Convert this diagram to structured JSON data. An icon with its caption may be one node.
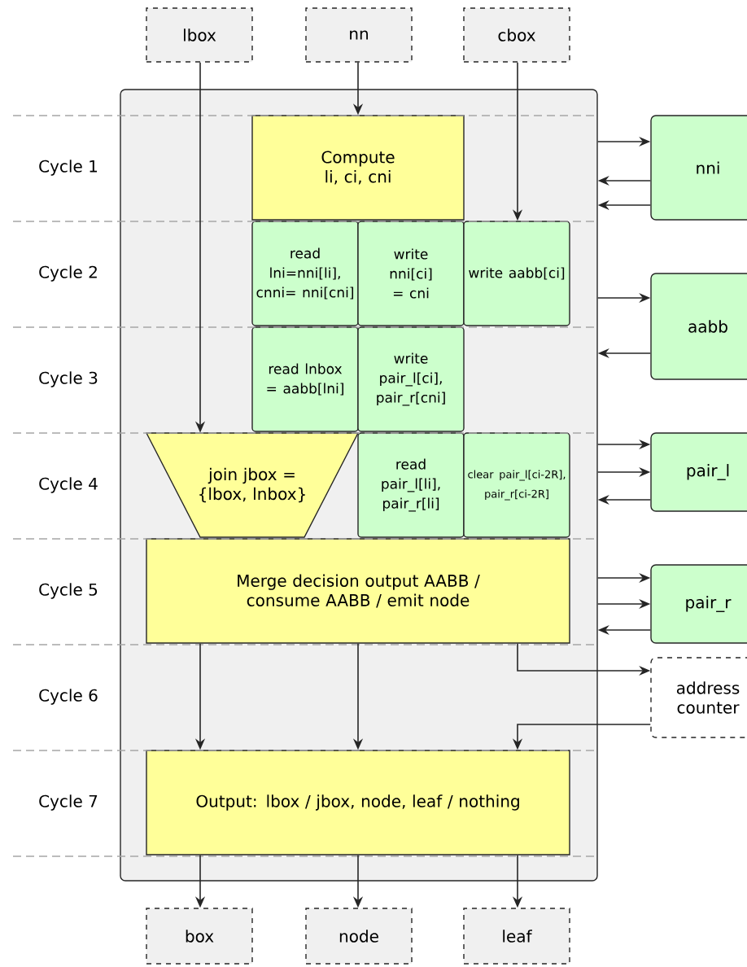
{
  "diagram": {
    "nodes": [
      {
        "text": [
          "lbox"
        ]
      },
      {
        "text": [
          "nn"
        ]
      },
      {
        "text": [
          "cbox"
        ]
      },
      {
        "text": [],
        "shape": "box"
      },
      {
        "text": [
          "Compute li, ci, cni"
        ],
        "in": 3
      },
      {
        "text": [
          "read lni=nni[li], cnni= nni[cni]"
        ],
        "in": 3
      },
      {
        "text": [
          "write nni[ci] = cni"
        ],
        "in": 3
      },
      {
        "text": [
          "write aabb[ci]"
        ],
        "in": 3
      },
      {
        "text": [
          "read lnbox = aabb[lni]"
        ],
        "in": 3
      },
      {
        "text": [
          "write pair_l[ci], pair_r[cni]"
        ],
        "in": 3
      },
      {
        "text": [
          "join jbox = {lbox, lnbox}"
        ],
        "in": 3
      },
      {
        "text": [
          "read pair_l[li], pair_r[li]"
        ],
        "in": 3
      },
      {
        "text": [
          "clear pair_l[ci-2R], pair_r[ci-2R]"
        ],
        "in": 3
      },
      {
        "text": [
          "Merge decision output AABB / consume AABB / emit node"
        ],
        "in": 3
      },
      {
        "text": [
          "Output: lbox / jbox, node, leaf / nothing"
        ],
        "in": 3
      },
      {
        "text": [
          "nni"
        ]
      },
      {
        "text": [
          "aabb"
        ]
      },
      {
        "text": [
          "pair_l"
        ]
      },
      {
        "text": [
          "pair_r"
        ]
      },
      {
        "text": [
          "address counter"
        ]
      },
      {
        "text": [
          "box"
        ]
      },
      {
        "text": [
          "node"
        ]
      },
      {
        "text": [
          "leaf"
        ]
      }
    ],
    "edges": [
      {
        "from": 0,
        "to": 10,
        "arrow": "to"
      },
      {
        "from": 1,
        "to": 4,
        "arrow": "to"
      },
      {
        "from": 2,
        "to": 7,
        "arrow": "to"
      },
      {
        "from": 3,
        "to": 15,
        "arrow": "to"
      },
      {
        "from": 15,
        "to": 3,
        "arrow": "to"
      },
      {
        "from": 15,
        "to": 3,
        "arrow": "to"
      },
      {
        "from": 3,
        "to": 16,
        "arrow": "to"
      },
      {
        "from": 16,
        "to": 3,
        "arrow": "to"
      },
      {
        "from": 3,
        "to": 17,
        "arrow": "to"
      },
      {
        "from": 3,
        "to": 17,
        "arrow": "to"
      },
      {
        "from": 17,
        "to": 3,
        "arrow": "to"
      },
      {
        "from": 3,
        "to": 18,
        "arrow": "to"
      },
      {
        "from": 3,
        "to": 18,
        "arrow": "to"
      },
      {
        "from": 18,
        "to": 3,
        "arrow": "to"
      },
      {
        "from": 13,
        "to": 19,
        "arrow": "to"
      },
      {
        "from": 19,
        "to": 14,
        "arrow": "to"
      },
      {
        "from": 13,
        "to": 14,
        "arrow": "to"
      },
      {
        "from": 13,
        "to": 14,
        "arrow": "to"
      },
      {
        "from": 14,
        "to": 20,
        "arrow": "to"
      },
      {
        "from": 14,
        "to": 21,
        "arrow": "to"
      },
      {
        "from": 14,
        "to": 22,
        "arrow": "to"
      }
    ],
    "labels": [
      "Cycle 1",
      "Cycle 2",
      "Cycle 3",
      "Cycle 4",
      "Cycle 5",
      "Cycle 6",
      "Cycle 7"
    ]
  }
}
